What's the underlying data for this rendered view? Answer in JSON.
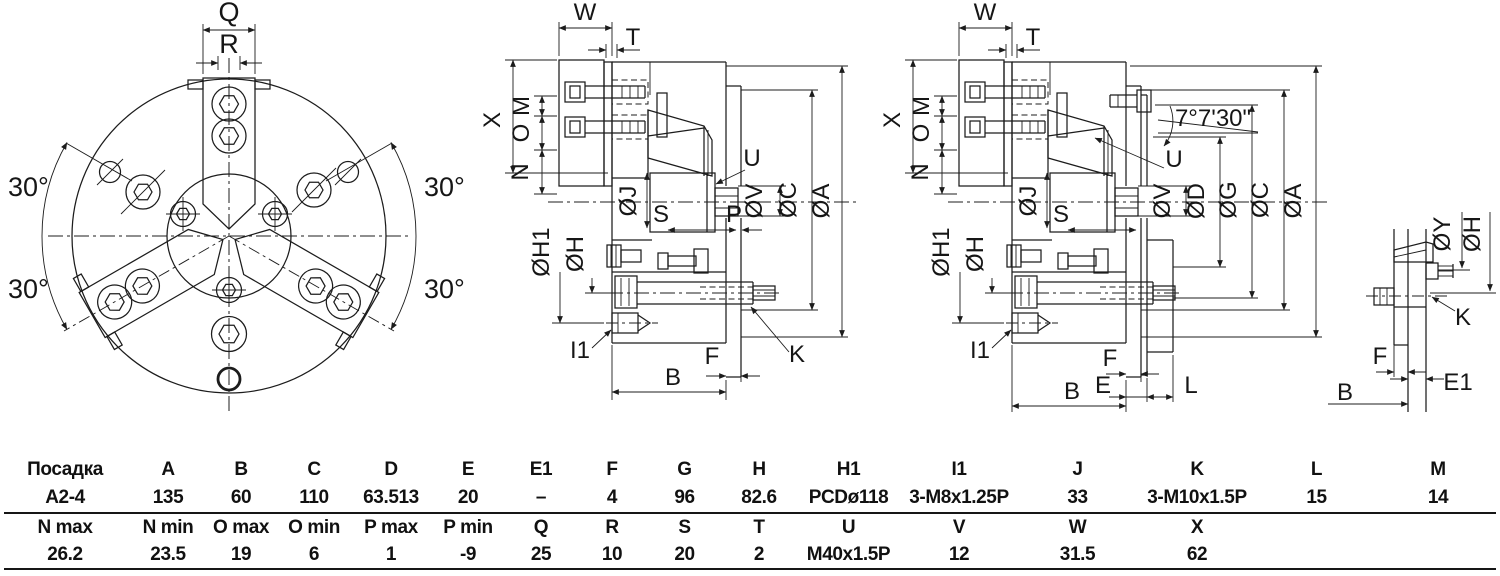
{
  "views": {
    "front": {
      "q": "Q",
      "r": "R",
      "angle_top_left": "30°",
      "angle_top_right": "30°",
      "angle_bottom_left": "30°",
      "angle_bottom_right": "30°"
    },
    "section_a": {
      "w": "W",
      "t": "T",
      "x": "X",
      "m": "M",
      "o": "O",
      "n": "N",
      "dj": "ØJ",
      "s": "S",
      "u": "U",
      "p": "P",
      "dv": "ØV",
      "dc": "ØC",
      "da": "ØA",
      "dh1": "ØH1",
      "dh": "ØH",
      "i1": "I1",
      "b": "B",
      "f": "F",
      "k": "K"
    },
    "section_b": {
      "w": "W",
      "t": "T",
      "x": "X",
      "m": "M",
      "o": "O",
      "n": "N",
      "angle": "7°7'30\"",
      "dj": "ØJ",
      "s": "S",
      "u": "U",
      "dv": "ØV",
      "dd": "ØD",
      "dg": "ØG",
      "dc": "ØC",
      "da": "ØA",
      "dh1": "ØH1",
      "dh": "ØH",
      "i1": "I1",
      "b": "B",
      "e": "E",
      "f": "F",
      "l": "L"
    },
    "detail": {
      "dy": "ØY",
      "dh": "ØH",
      "k": "K",
      "f": "F",
      "e1": "E1",
      "b": "B"
    }
  },
  "table": {
    "row1_headers": [
      "Посадка",
      "A",
      "B",
      "C",
      "D",
      "E",
      "E1",
      "F",
      "G",
      "H",
      "H1",
      "I1",
      "J",
      "K",
      "L",
      "M"
    ],
    "row1_values": [
      "A2-4",
      "135",
      "60",
      "110",
      "63.513",
      "20",
      "–",
      "4",
      "96",
      "82.6",
      "PCDø118",
      "3-M8x1.25P",
      "33",
      "3-M10x1.5P",
      "15",
      "14"
    ],
    "row2_headers": [
      "N max",
      "N min",
      "O max",
      "O min",
      "P max",
      "P min",
      "Q",
      "R",
      "S",
      "T",
      "U",
      "V",
      "W",
      "X",
      "",
      ""
    ],
    "row2_values": [
      "26.2",
      "23.5",
      "19",
      "6",
      "1",
      "-9",
      "25",
      "10",
      "20",
      "2",
      "M40x1.5P",
      "12",
      "31.5",
      "62",
      "",
      ""
    ]
  }
}
